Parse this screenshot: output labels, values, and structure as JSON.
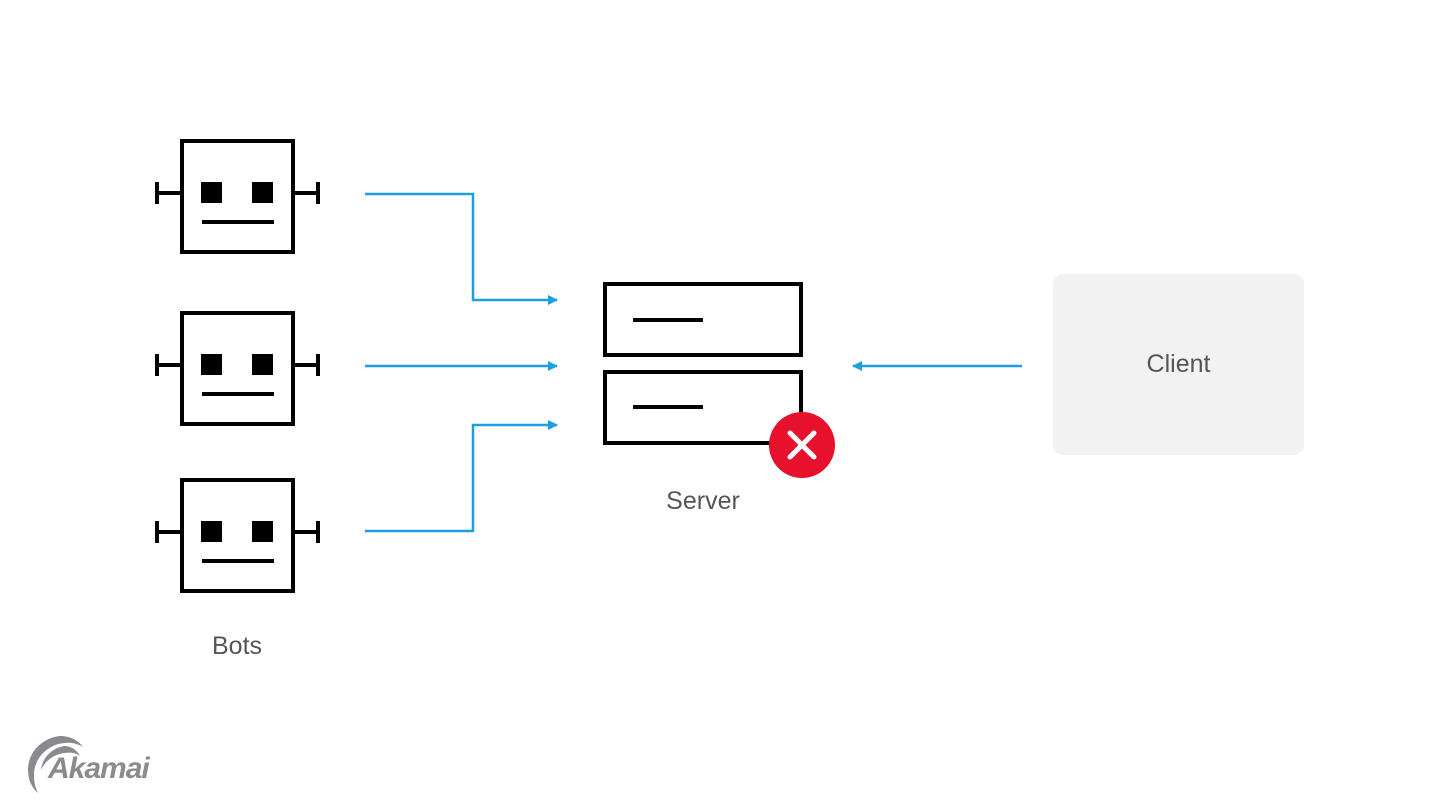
{
  "labels": {
    "bots": "Bots",
    "server": "Server",
    "client": "Client"
  },
  "logo": {
    "text": "Akamai"
  },
  "colors": {
    "arrow": "#1a9fe0",
    "error": "#e8112d",
    "stroke": "#000000",
    "label": "#54555a",
    "client_bg": "#f2f2f2"
  },
  "icons": {
    "bot": "robot-icon",
    "server": "server-icon",
    "error": "error-x-icon"
  }
}
